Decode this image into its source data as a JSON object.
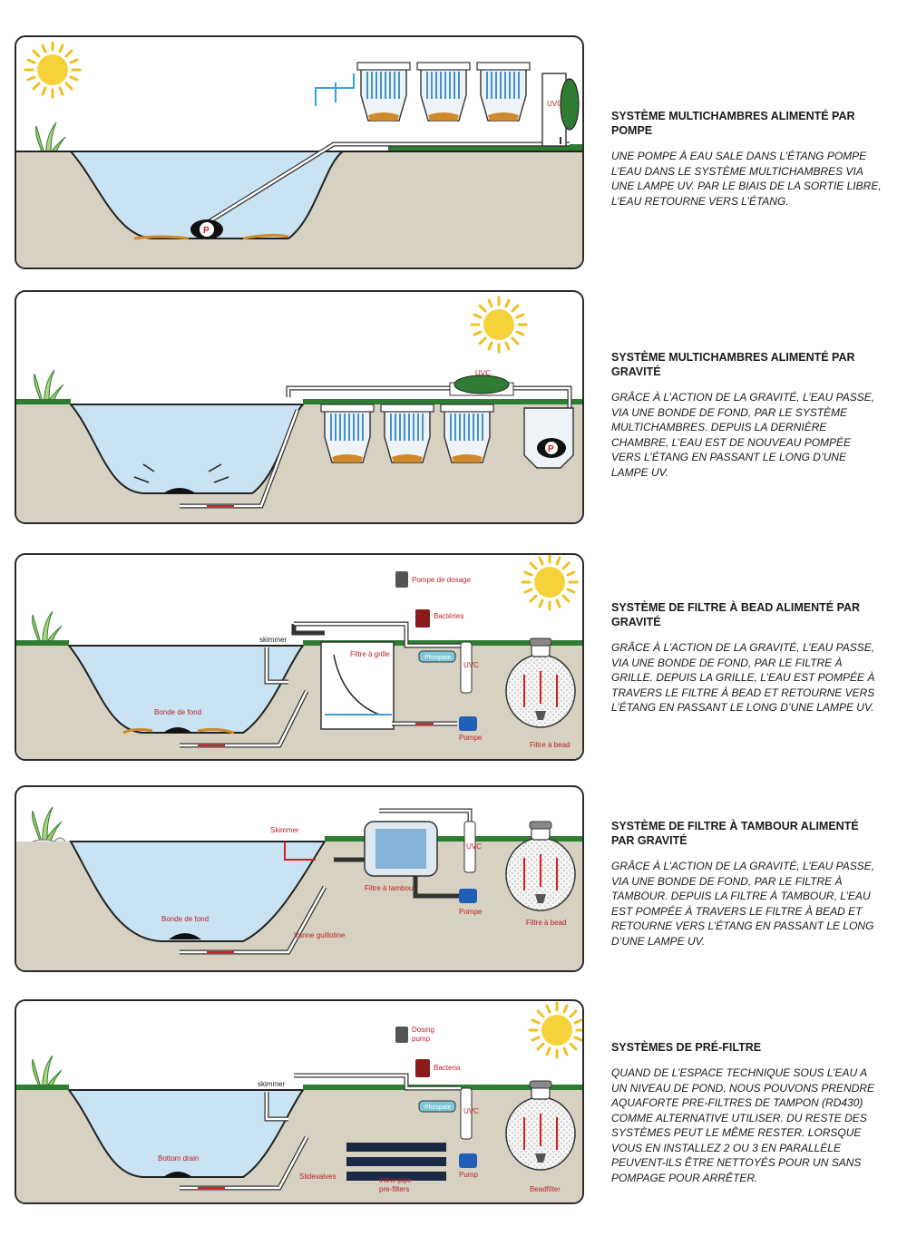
{
  "sections": [
    {
      "title": "SYSTÈME MULTICHAMBRES ALIMENTÉ PAR POMPE",
      "text": "UNE POMPE À EAU SALE DANS L’ÉTANG POMPE L’EAU DANS LE SYSTÈME MULTICHAMBRES VIA UNE LAMPE UV. PAR LE BIAIS DE LA SORTIE LIBRE, L’EAU RETOURNE VERS L’ÉTANG.",
      "labels": {
        "uvc": "UVC",
        "pump": "P"
      }
    },
    {
      "title": "SYSTÈME MULTICHAMBRES ALIMENTÉ PAR GRAVITÉ",
      "text": "GRÂCE À L’ACTION DE LA GRAVITÉ, L’EAU PASSE, VIA UNE BONDE DE FOND, PAR LE SYSTÈME MULTICHAMBRES. DEPUIS LA DERNIÈRE CHAMBRE, L’EAU EST DE NOUVEAU POMPÉE VERS L’ÉTANG EN PASSANT LE LONG D’UNE LAMPE UV.",
      "labels": {
        "uvc": "UVC",
        "pump": "P"
      }
    },
    {
      "title": "SYSTÈME DE FILTRE À BEAD ALIMENTÉ PAR GRAVITÉ",
      "text": "GRÂCE À L’ACTION DE LA GRAVITÉ, L’EAU PASSE, VIA UNE BONDE DE FOND, PAR LE FILTRE À GRILLE. DEPUIS LA GRILLE, L’EAU EST POMPÉE À TRAVERS LE FILTRE À BEAD ET RETOURNE VERS L’ÉTANG EN PASSANT LE LONG D’UNE LAMPE UV.",
      "labels": {
        "dosing": "Pompe de dosage",
        "bacteria": "Bactéries",
        "skimmer": "skimmer",
        "grille": "Filtre à grille",
        "phosphate": "Phospate",
        "uvc": "UVC",
        "bottom_drain": "Bonde de fond",
        "pump": "Pompe",
        "bead": "Filtre à bead"
      }
    },
    {
      "title": "SYSTÈME DE FILTRE À TAMBOUR ALIMENTÉ PAR GRAVITÉ",
      "text": "GRÂCE À L’ACTION DE LA GRAVITÉ, L’EAU PASSE, VIA UNE BONDE DE FOND, PAR LE FILTRE À TAMBOUR. DEPUIS LA FILTRE À TAMBOUR, L’EAU EST POMPÉE À TRAVERS LE FILTRE À BEAD ET RETOURNE VERS L’ÉTANG EN PASSANT LE LONG D’UNE LAMPE UV.",
      "labels": {
        "skimmer": "Skimmer",
        "drum": "Filtre à tambour",
        "uvc": "UVC",
        "bottom_drain": "Bonde de fond",
        "valve": "Vanne guillotine",
        "pump": "Pompe",
        "bead": "Filtre à bead"
      }
    },
    {
      "title": "SYSTÈMES DE PRÉ-FILTRE",
      "text": "QUAND DE L’ESPACE TECHNIQUE SOUS L’EAU A UN NIVEAU DE POND, NOUS POUVONS PRENDRE AQUAFORTE PRE-FILTRES DE TAMPON (RD430) COMME ALTERNATIVE UTILISER. DU RESTE DES SYSTÈMES PEUT LE MÊME RESTER. LORSQUE VOUS EN INSTALLEZ 2 OU 3 EN PARALLÈLE PEUVENT-ILS ÊTRE NETTOYÉS POUR UN SANS POMPAGE POUR ARRÊTER.",
      "labels": {
        "dosing_1": "Dosing",
        "dosing_2": "pump",
        "bacteria": "Bacteria",
        "skimmer": "skimmer",
        "phosphate": "Phospate",
        "uvc": "UVC",
        "bottom_drain": "Bottom drain",
        "slidevalves": "Slidevalves",
        "inline_1": "inline pipe",
        "inline_2": "pre-filters",
        "pump": "Pump",
        "bead": "Beadfilter"
      }
    }
  ],
  "colors": {
    "water": "#c9e3f3",
    "ground": "#d6d1c1",
    "grass": "#2e7d32",
    "flow_blue": "#3aa0dc",
    "flow_red": "#d42020",
    "sun": "#f6d23a"
  }
}
